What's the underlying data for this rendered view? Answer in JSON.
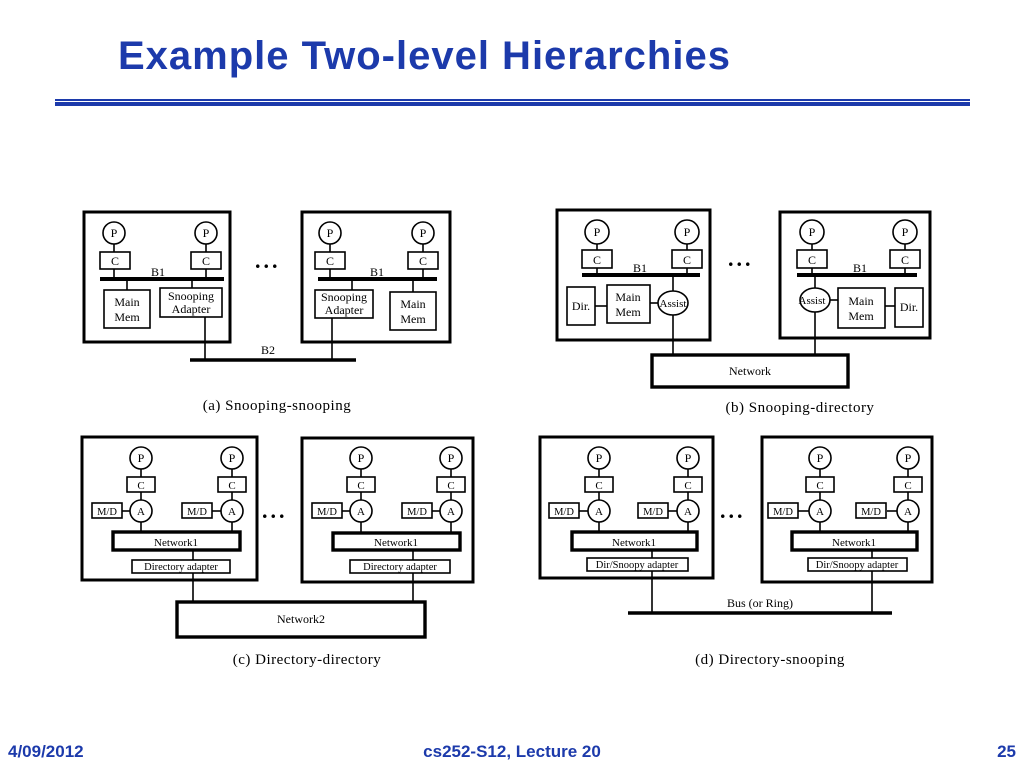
{
  "slide": {
    "title": "Example Two-level Hierarchies"
  },
  "labels": {
    "p": "P",
    "c": "C",
    "a": "A",
    "b1": "B1",
    "b2": "B2",
    "main": "Main",
    "mem": "Mem",
    "snooping": "Snooping",
    "adapter": "Adapter",
    "dir": "Dir.",
    "assist": "Assist",
    "network": "Network",
    "network1": "Network1",
    "network2": "Network2",
    "md": "M/D",
    "directory_adapter": "Directory adapter",
    "dir_snoopy_adapter": "Dir/Snoopy adapter",
    "bus_or_ring": "Bus (or Ring)",
    "ellipsis": "..."
  },
  "captions": {
    "a": "(a) Snooping-snooping",
    "b": "(b) Snooping-directory",
    "c": "(c) Directory-directory",
    "d": "(d) Directory-snooping"
  },
  "footer": {
    "date": "4/09/2012",
    "course": "cs252-S12, Lecture 20",
    "page": "25"
  }
}
